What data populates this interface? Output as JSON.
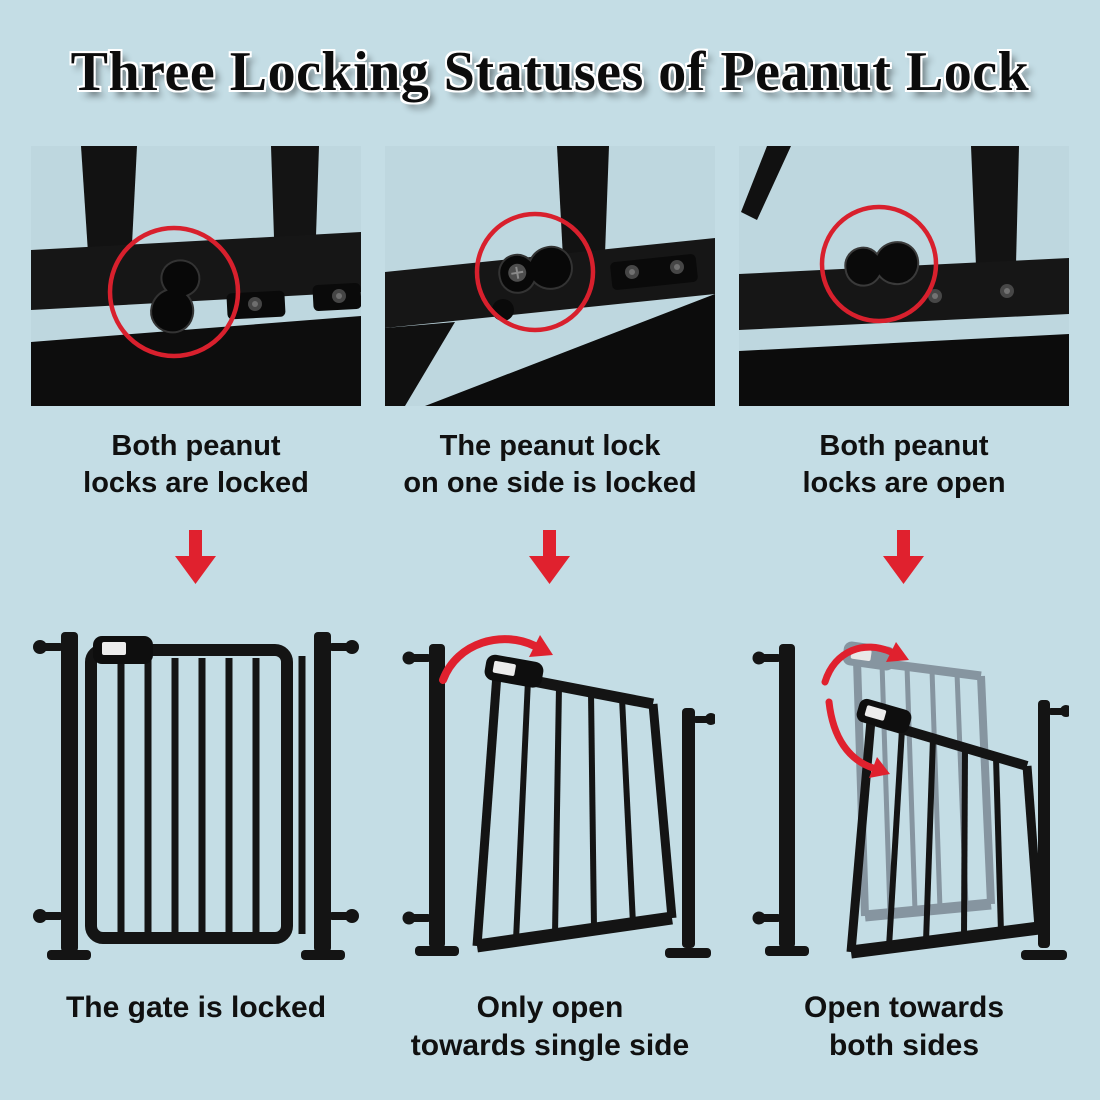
{
  "title": "Three Locking Statuses of Peanut Lock",
  "colors": {
    "background": "#c4dde5",
    "accent_red": "#e0212e",
    "artwork_black": "#121212",
    "ghost_gray": "#8695a0",
    "label_white": "#ececec"
  },
  "icons": [
    "red-circle-annotation",
    "red-down-arrow-icon",
    "red-curved-arrow-icon",
    "peanut-lock-shape",
    "screw-icon"
  ],
  "columns": [
    {
      "id": "both-locked",
      "photo": "peanut-locks-both-locked",
      "gate": "gate-closed",
      "status_lines": [
        "Both peanut",
        "locks are locked"
      ],
      "result_lines": [
        "The gate is locked"
      ]
    },
    {
      "id": "one-side-locked",
      "photo": "peanut-lock-one-side-locked",
      "gate": "gate-open-single-side",
      "status_lines": [
        "The peanut lock",
        "on one side is locked"
      ],
      "result_lines": [
        "Only open",
        "towards single side"
      ]
    },
    {
      "id": "both-open",
      "photo": "peanut-locks-both-open",
      "gate": "gate-open-both-sides",
      "status_lines": [
        "Both peanut",
        "locks are open"
      ],
      "result_lines": [
        "Open towards",
        "both sides"
      ]
    }
  ]
}
